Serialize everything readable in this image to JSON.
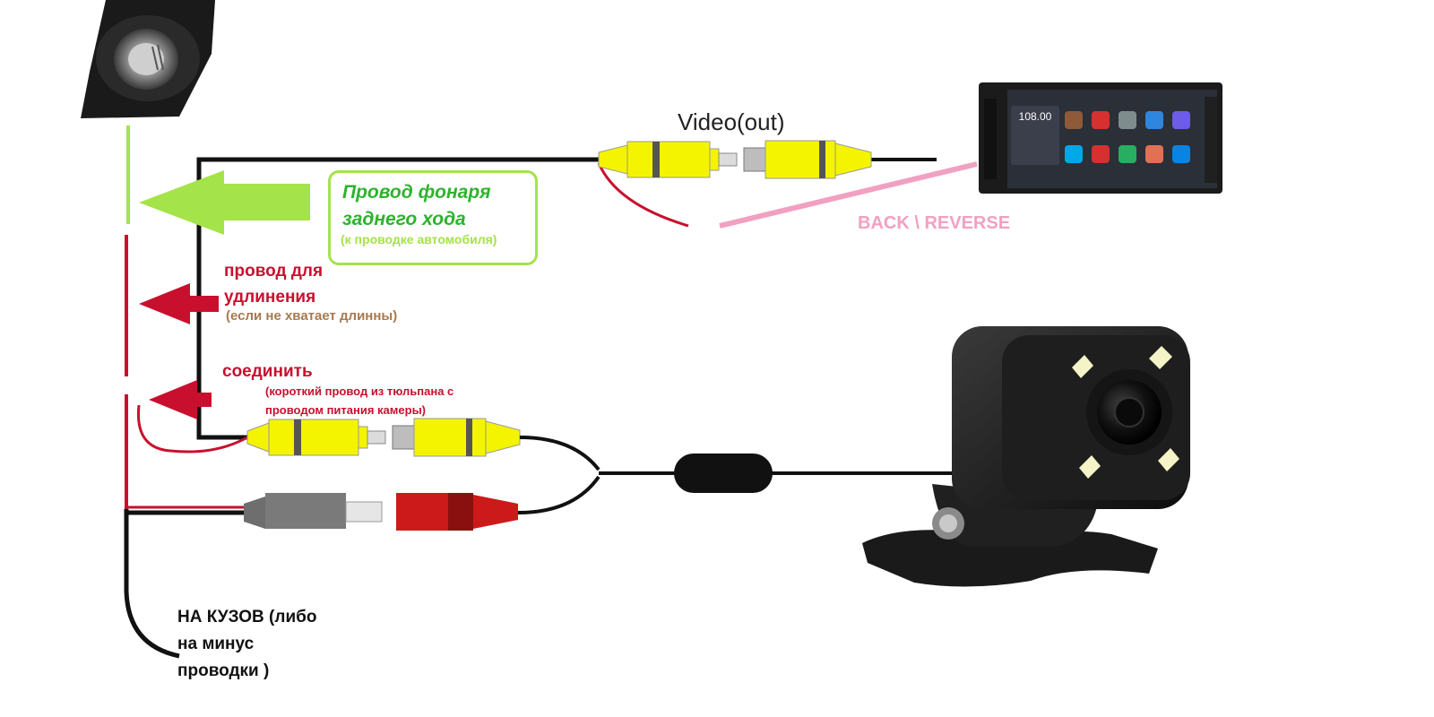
{
  "labels": {
    "video_out": "Video(out)",
    "reverse_light_wire": "Провод фонаря заднего хода",
    "reverse_light_note": "(к проводке автомобиля)",
    "extension_wire": "провод для удлинения",
    "extension_note": "(если не хватает длинны)",
    "connect": "соединить",
    "connect_note": "(короткий провод из тюльпана с проводом питания камеры)",
    "back_reverse": "BACK \\ REVERSE",
    "ground": "НА КУЗОВ (либо на минус проводки )"
  },
  "head_unit": {
    "clock": "108.00"
  },
  "colors": {
    "green_wire": "#a4e34a",
    "green_text": "#2db32d",
    "red_wire": "#c8102e",
    "pink_wire": "#f2a0c2",
    "rca_yellow": "#f4f400",
    "rca_red": "#cc1a1a",
    "rca_gray": "#7a7a7a",
    "wire_black": "#111111",
    "note_brown": "#a77a4e"
  },
  "icons": [
    "tail-light-icon",
    "head-unit-icon",
    "rear-camera-icon",
    "rca-connector-icon",
    "arrow-left-icon"
  ]
}
